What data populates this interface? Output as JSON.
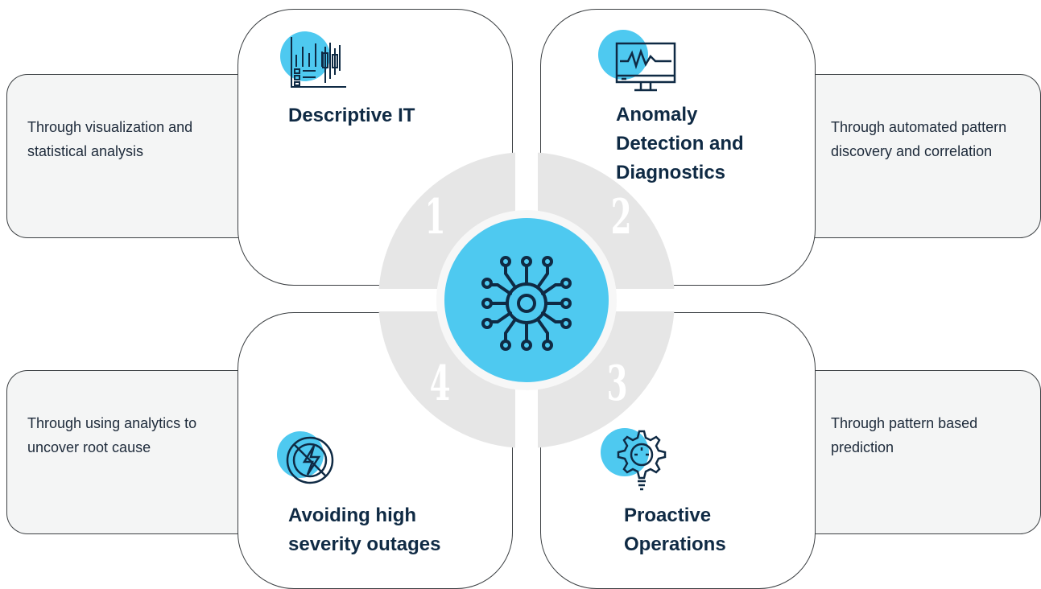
{
  "cards": [
    {
      "id": "descriptive-it",
      "number": "1",
      "title": "Descriptive IT",
      "description": "Through visualization and statistical analysis",
      "icon": "chart-analytics-icon"
    },
    {
      "id": "anomaly-detection",
      "number": "2",
      "title": "Anomaly Detection and Diagnostics",
      "description": "Through automated pattern discovery and correlation",
      "icon": "monitor-waveform-icon"
    },
    {
      "id": "proactive-operations",
      "number": "3",
      "title": "Proactive Operations",
      "description": "Through pattern based prediction",
      "icon": "gear-lightbulb-icon"
    },
    {
      "id": "avoiding-outages",
      "number": "4",
      "title": "Avoiding high severity outages",
      "description": "Through using analytics to uncover root cause",
      "icon": "no-power-outage-icon"
    }
  ],
  "center_icon": "neural-network-icon",
  "colors": {
    "accent": "#4ec9f0",
    "text": "#0f2a44",
    "ring": "#e6e6e6",
    "side_bg": "#f4f5f5",
    "border": "#3b3f42"
  }
}
